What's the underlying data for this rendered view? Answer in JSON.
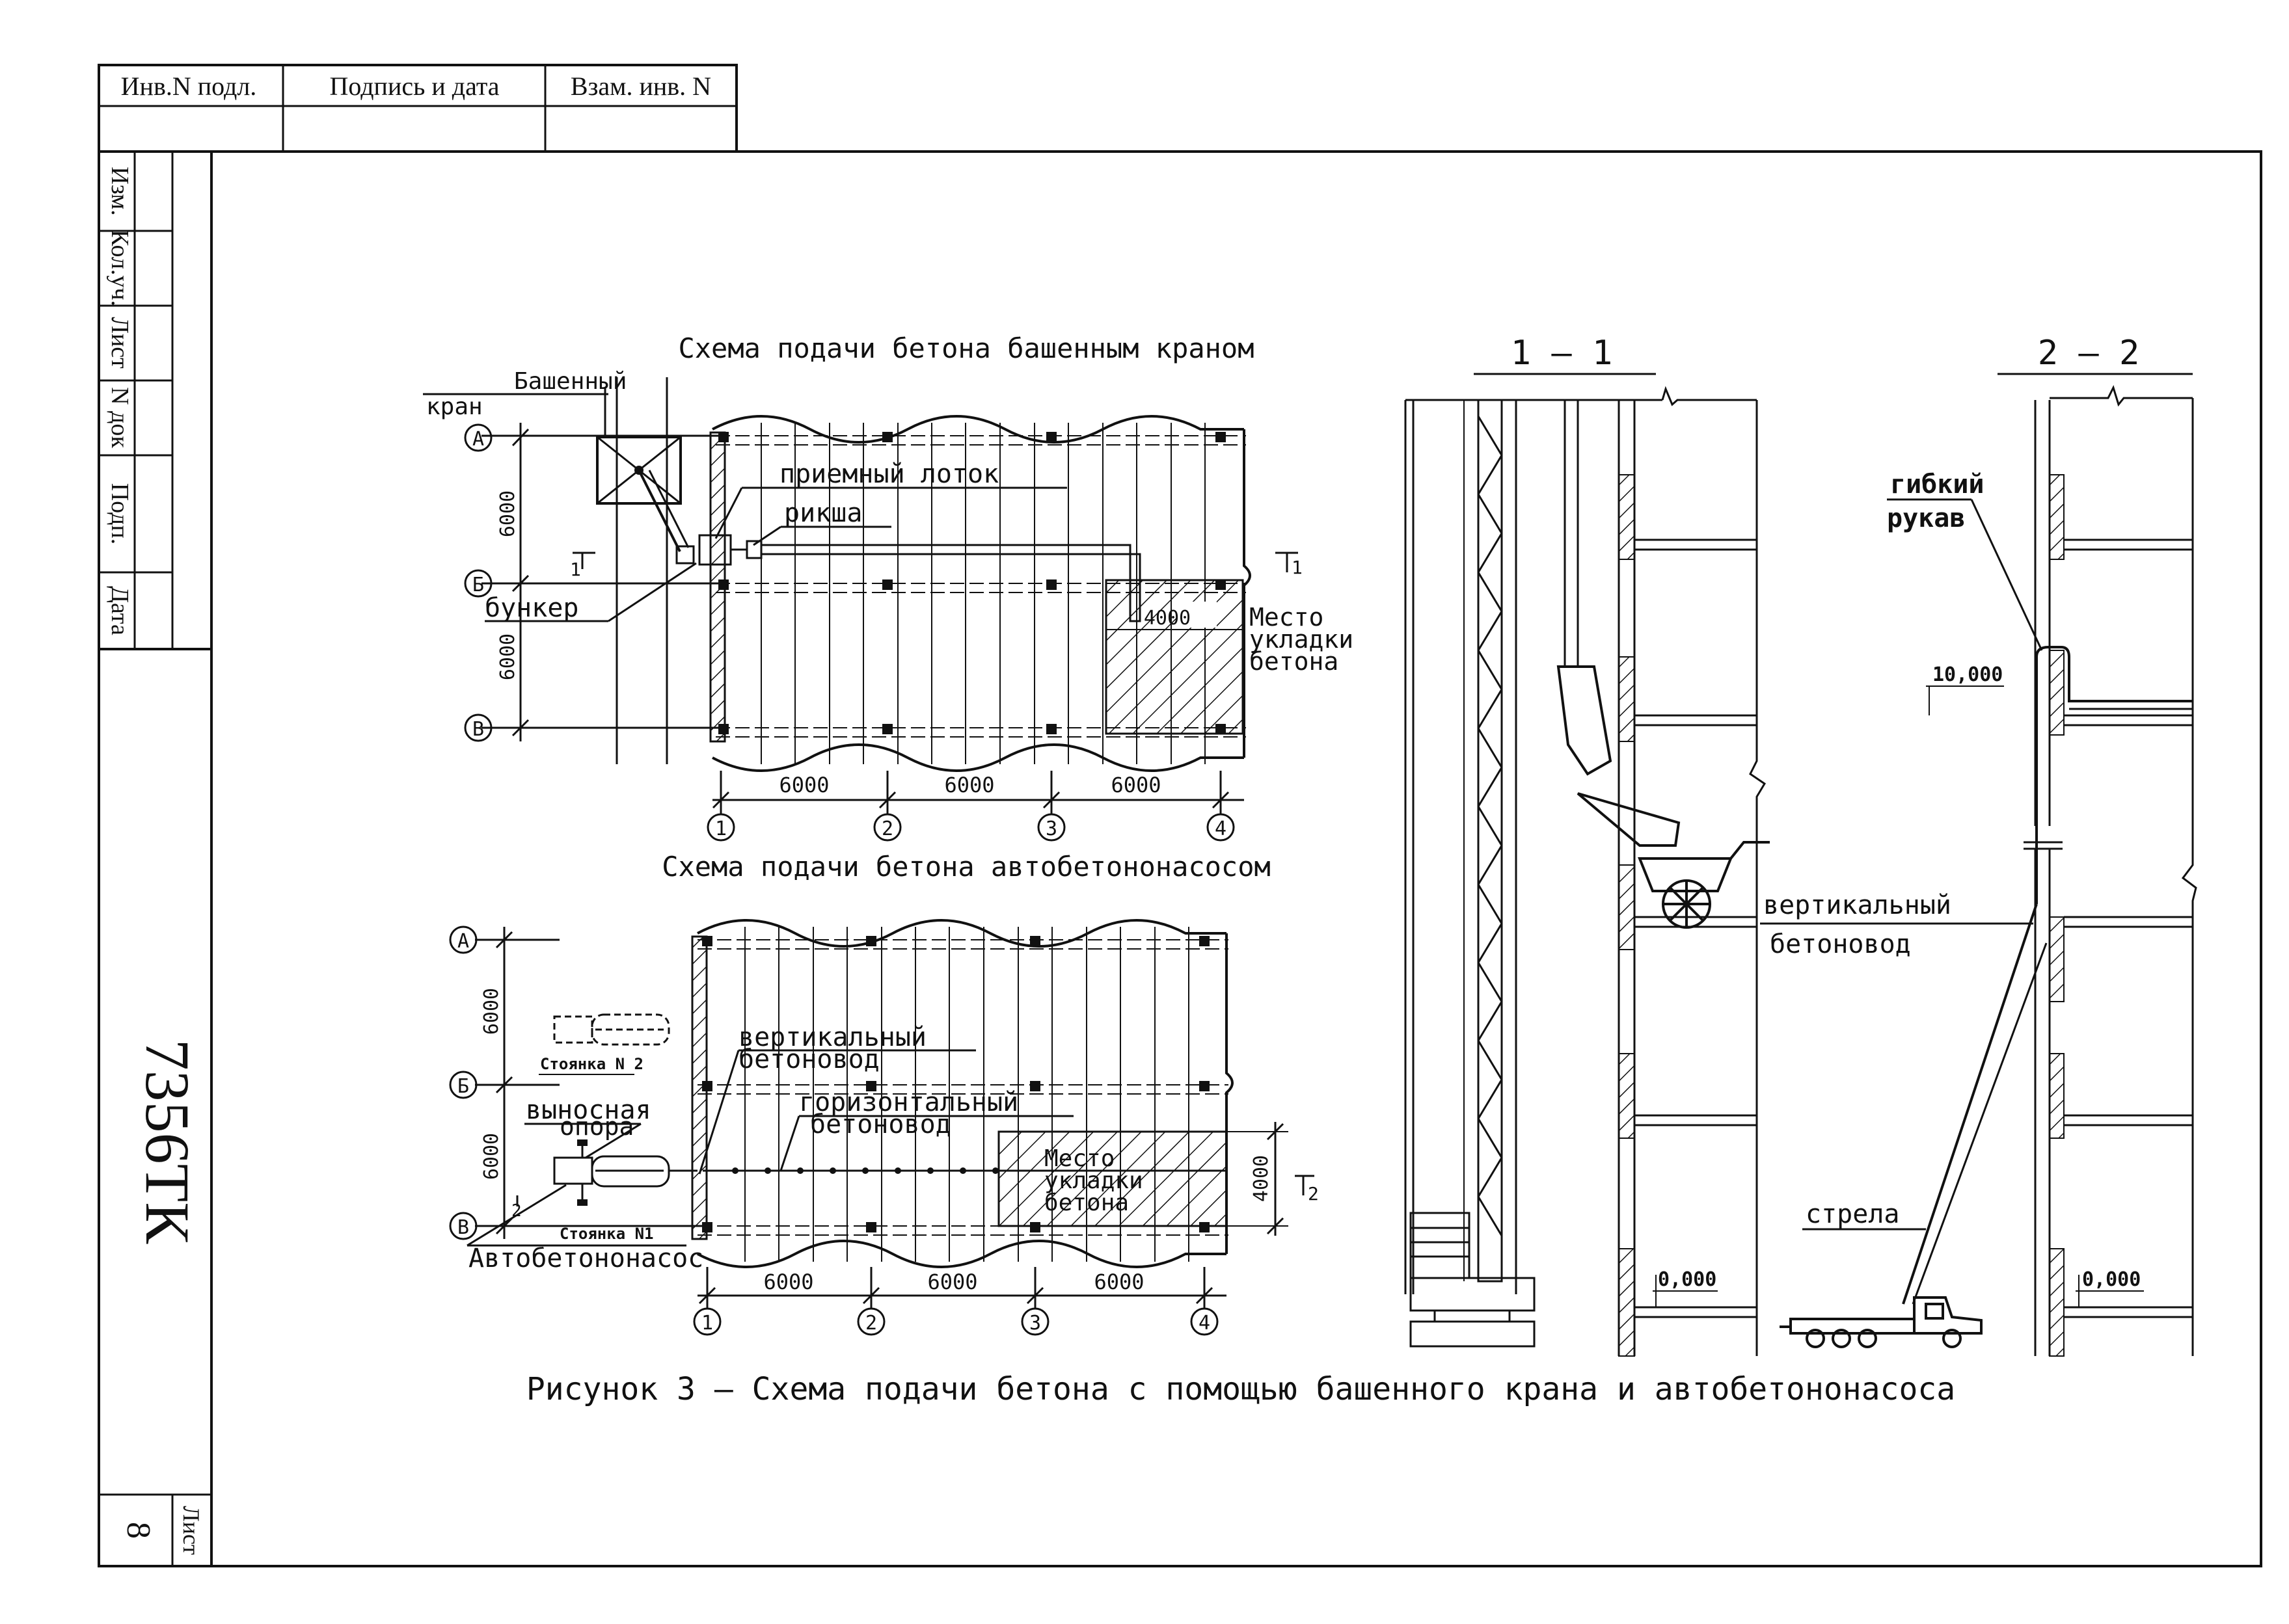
{
  "stamp": {
    "top": [
      "Инв.N подл.",
      "Подпись и дата",
      "Взам. инв. N"
    ],
    "side": [
      "Изм.",
      "Кол.уч.",
      "Лист",
      "N док",
      "Подп.",
      "Дата"
    ],
    "code": "7356ТК",
    "sheet_label": "Лист",
    "sheet_number": "8"
  },
  "scheme1": {
    "title": "Схема подачи бетона башенным краном",
    "crane": [
      "Башенный",
      "кран"
    ],
    "tray": "приемный лоток",
    "rickshaw": "рикша",
    "hopper": "бункер",
    "place": [
      "Место",
      "укладки",
      "бетона"
    ],
    "width_dim": "4000",
    "section_mark": "1",
    "rows": [
      "А",
      "Б",
      "В"
    ],
    "row_dims": [
      "6000",
      "6000"
    ],
    "cols": [
      "1",
      "2",
      "3",
      "4"
    ],
    "col_dims": [
      "6000",
      "6000",
      "6000"
    ]
  },
  "scheme2": {
    "title": "Схема подачи бетона автобетононасосом",
    "vert_pipe": [
      "вертикальный",
      "бетоновод"
    ],
    "horiz_pipe": [
      "горизонтальный",
      "бетоновод"
    ],
    "outrigger": [
      "выносная",
      "опора"
    ],
    "parking2": "Стоянка N 2",
    "parking1": "Стоянка N1",
    "pump": "Автобетононасос",
    "place": [
      "Место",
      "укладки",
      "бетона"
    ],
    "width_dim": "4000",
    "section_mark": "2",
    "rows": [
      "А",
      "Б",
      "В"
    ],
    "row_dims": [
      "6000",
      "6000"
    ],
    "cols": [
      "1",
      "2",
      "3",
      "4"
    ],
    "col_dims": [
      "6000",
      "6000",
      "6000"
    ]
  },
  "section1": {
    "title": "1 – 1",
    "level0": "0,000"
  },
  "section2": {
    "title": "2 – 2",
    "hose": [
      "гибкий",
      "рукав"
    ],
    "level10": "10,000",
    "vert_pipe": [
      "вертикальный",
      "бетоновод"
    ],
    "boom": "стрела",
    "level0": "0,000"
  },
  "caption": "Рисунок 3 – Схема подачи бетона с помощью башенного крана и автобетононасоса"
}
